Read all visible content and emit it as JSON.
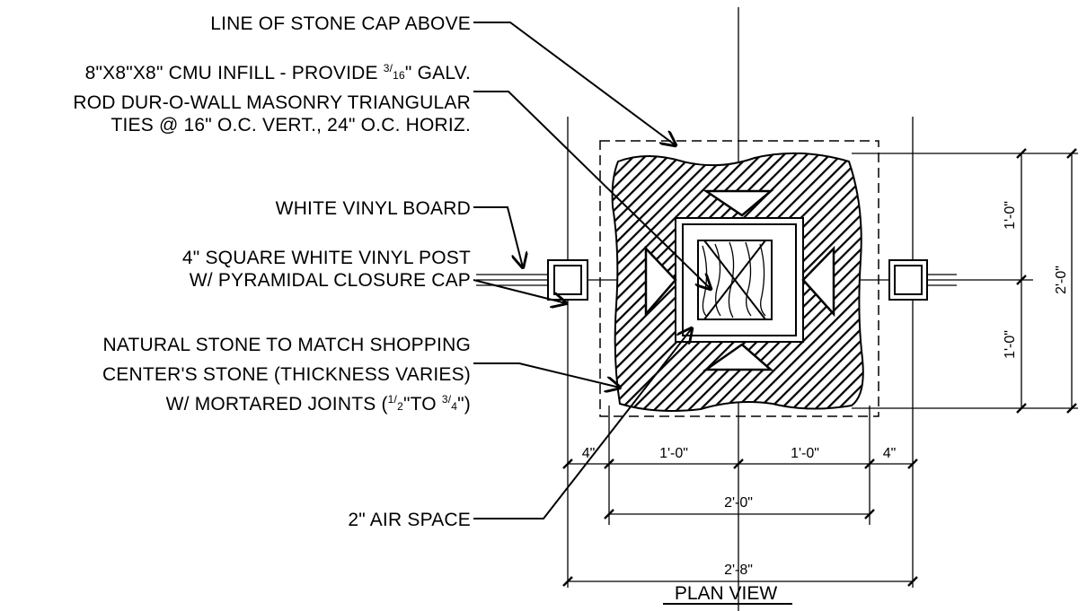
{
  "notes": {
    "stone_cap": "LINE OF STONE CAP ABOVE",
    "cmu_line1_a": "8\"X8\"X8\" CMU INFILL - PROVIDE ",
    "cmu_line1_frac_num": "3",
    "cmu_line1_frac_den": "16",
    "cmu_line1_b": "\" GALV.",
    "cmu_line2": "ROD DUR-O-WALL MASONRY TRIANGULAR",
    "cmu_line3": "TIES @ 16\" O.C. VERT., 24\" O.C. HORIZ.",
    "vinyl_board": "WHITE VINYL BOARD",
    "post_line1": "4\" SQUARE WHITE VINYL POST",
    "post_line2": "W/ PYRAMIDAL CLOSURE CAP",
    "stone_line1": "NATURAL STONE TO MATCH SHOPPING",
    "stone_line2": "CENTER'S STONE (THICKNESS VARIES)",
    "stone_line3_a": "W/ MORTARED JOINTS (",
    "stone_line3_n1": "1",
    "stone_line3_d1": "2",
    "stone_line3_b": "\"TO ",
    "stone_line3_n2": "3",
    "stone_line3_d2": "4",
    "stone_line3_c": "\")",
    "air_space": "2\" AIR SPACE"
  },
  "dimensions": {
    "bottom_left_4": "4\"",
    "bottom_1ft_a": "1'-0\"",
    "bottom_1ft_b": "1'-0\"",
    "bottom_right_4": "4\"",
    "bottom_2ft": "2'-0\"",
    "bottom_2ft8": "2'-8\"",
    "right_1ft_top": "1'-0\"",
    "right_1ft_bottom": "1'-0\"",
    "right_2ft": "2'-0\""
  },
  "title": "PLAN VIEW"
}
